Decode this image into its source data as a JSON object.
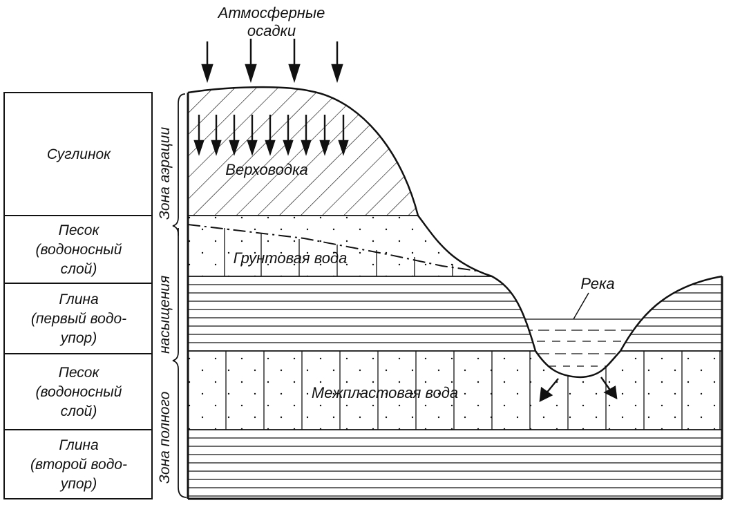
{
  "precipitation": {
    "line1": "Атмосферные",
    "line2": "осадки"
  },
  "perched_water": "Верховодка",
  "groundwater": "Грунтовая вода",
  "river": "Река",
  "interstratal_water": "Межпластовая вода",
  "zones": {
    "aeration": "Зона аэрации",
    "saturation_line1": "Зона полного",
    "saturation_line2": "насыщения"
  },
  "layers": [
    {
      "lines": [
        "Суглинок"
      ]
    },
    {
      "lines": [
        "Песок",
        "(водоносный",
        "слой)"
      ]
    },
    {
      "lines": [
        "Глина",
        "(первый водо-",
        "упор)"
      ]
    },
    {
      "lines": [
        "Песок",
        "(водоносный",
        "слой)"
      ]
    },
    {
      "lines": [
        "Глина",
        "(второй водо-",
        "упор)"
      ]
    }
  ]
}
